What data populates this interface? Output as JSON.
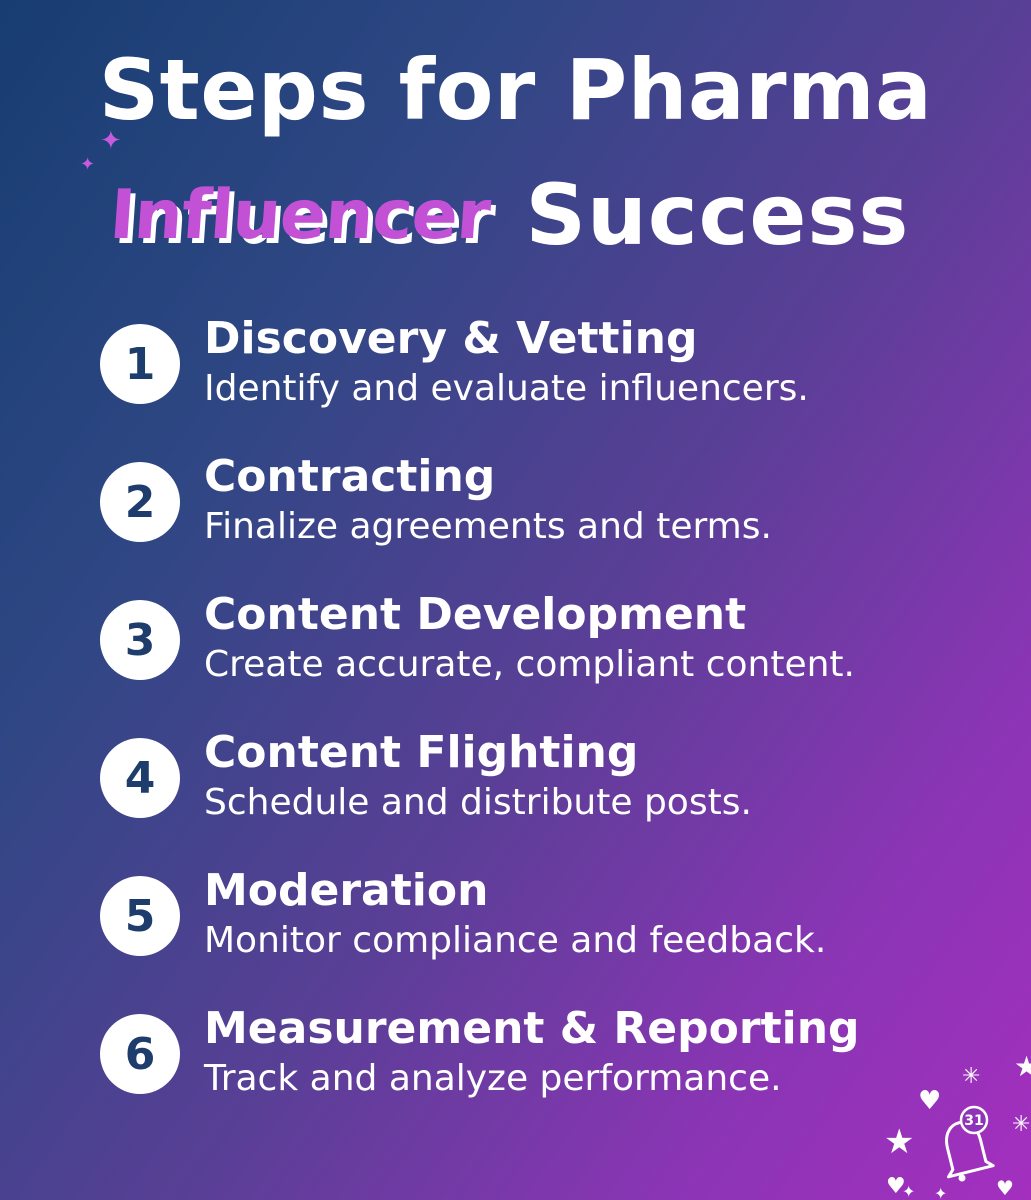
{
  "title": {
    "line1": "Steps for Pharma",
    "highlight": "Influencer",
    "rest": "Success"
  },
  "steps": [
    {
      "number": "1",
      "title": "Discovery & Vetting",
      "description": "Identify and evaluate influencers."
    },
    {
      "number": "2",
      "title": "Contracting",
      "description": "Finalize agreements and terms."
    },
    {
      "number": "3",
      "title": "Content Development",
      "description": "Create accurate, compliant content."
    },
    {
      "number": "4",
      "title": "Content Flighting",
      "description": "Schedule and distribute posts."
    },
    {
      "number": "5",
      "title": "Moderation",
      "description": "Monitor compliance and feedback."
    },
    {
      "number": "6",
      "title": "Measurement & Reporting",
      "description": "Track and analyze performance."
    }
  ],
  "decoration": {
    "bell_badge": "31",
    "icons": [
      "sparkle-icon",
      "heart-icon",
      "star-icon",
      "bell-icon"
    ]
  },
  "colors": {
    "gradient_start": "#173d72",
    "gradient_end": "#a42fbf",
    "highlight": "#c251d6",
    "number_text": "#1e3d6d"
  }
}
